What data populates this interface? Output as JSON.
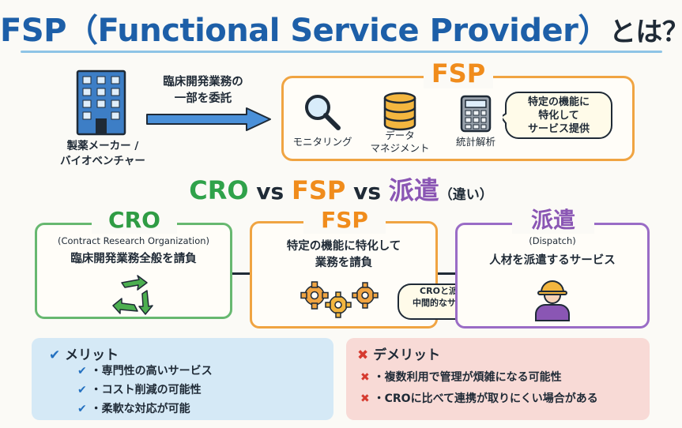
{
  "title": {
    "main": "FSP（Functional Service Provider）",
    "suffix": "とは？"
  },
  "top": {
    "client_label_line1": "製薬メーカー /",
    "client_label_line2": "バイオベンチャー",
    "outsource_line1": "臨床開発業務の",
    "outsource_line2": "一部を委託",
    "fsp_label": "FSP",
    "services": [
      {
        "icon": "magnifier-icon",
        "label_line1": "モニタリング",
        "label_line2": ""
      },
      {
        "icon": "database-icon",
        "label_line1": "データ",
        "label_line2": "マネジメント"
      },
      {
        "icon": "calculator-icon",
        "label_line1": "統計解析",
        "label_line2": ""
      }
    ],
    "bubble_line1": "特定の機能に",
    "bubble_line2": "特化して",
    "bubble_line3": "サービス提供"
  },
  "vs_title": {
    "cro": "CRO",
    "vs1": " vs ",
    "fsp": "FSP",
    "vs2": " vs ",
    "dispatch": "派遣",
    "diff": "（違い）"
  },
  "columns": {
    "cro": {
      "label": "CRO",
      "sub": "(Contract Research Organization)",
      "desc": "臨床開発業務全般を請負"
    },
    "fsp": {
      "label": "FSP",
      "desc_line1": "特定の機能に特化して",
      "desc_line2": "業務を請負",
      "bubble_line1": "CROと派遣の",
      "bubble_line2": "中間的なサービス"
    },
    "dispatch": {
      "label": "派遣",
      "sub": "(Dispatch)",
      "desc": "人材を派遣するサービス"
    }
  },
  "merit": {
    "title": "メリット",
    "items": [
      "・専門性の高いサービス",
      "・コスト削減の可能性",
      "・柔軟な対応が可能"
    ]
  },
  "demerit": {
    "title": "デメリット",
    "items": [
      "・複数利用で管理が煩雑になる可能性",
      "・CROに比べて連携が取りにくい場合がある"
    ]
  },
  "colors": {
    "title_blue": "#1d5fa8",
    "cro_green": "#2fa24a",
    "fsp_orange": "#f08c1c",
    "dispatch_purple": "#8a56b4",
    "merit_bg": "#d5e9f6",
    "demerit_bg": "#f8dad6"
  }
}
